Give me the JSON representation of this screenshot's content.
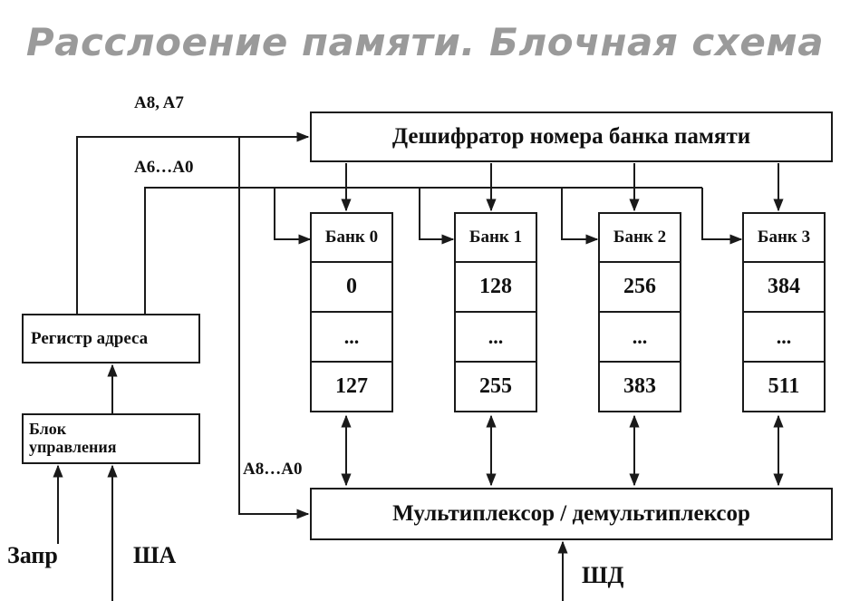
{
  "title": "Расслоение памяти. Блочная схема",
  "decoder_label": "Дешифратор номера банка памяти",
  "mux_label": "Мультиплексор / демультиплексор",
  "register_label": "Регистр адреса",
  "control_label_line1": "Блок",
  "control_label_line2": "управления",
  "banks": [
    {
      "name": "Банк 0",
      "first": "0",
      "dots": "...",
      "last": "127"
    },
    {
      "name": "Банк 1",
      "first": "128",
      "dots": "...",
      "last": "255"
    },
    {
      "name": "Банк 2",
      "first": "256",
      "dots": "...",
      "last": "383"
    },
    {
      "name": "Банк 3",
      "first": "384",
      "dots": "...",
      "last": "511"
    }
  ],
  "signals": {
    "a8_a7": "A8, A7",
    "a6_a0": "A6…A0",
    "a8_a0": "A8…A0",
    "zapr": "Запр",
    "sha": "ША",
    "shd": "ШД"
  }
}
